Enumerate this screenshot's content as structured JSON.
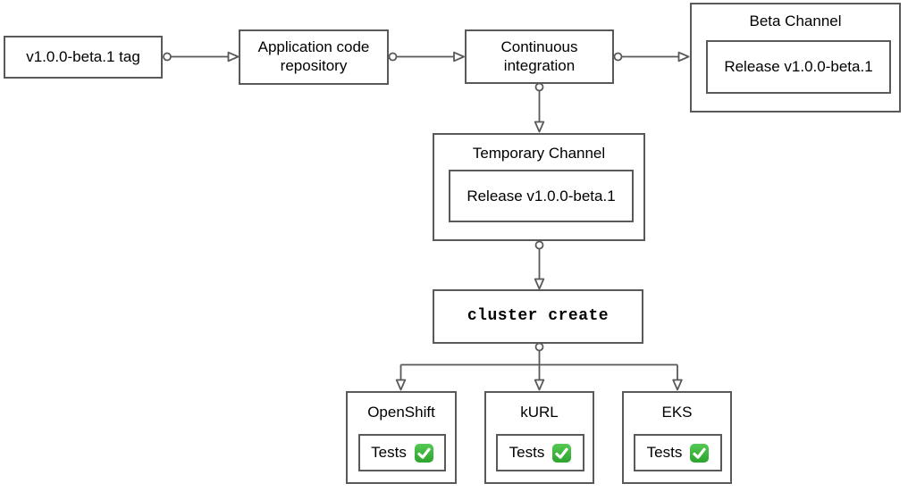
{
  "colors": {
    "stroke": "#595959",
    "fill": "#ffffff",
    "text": "#000000",
    "check_top": "#54c954",
    "check_bottom": "#2da42d",
    "check_mark": "#ffffff"
  },
  "nodes": {
    "tag": {
      "label": "v1.0.0-beta.1 tag"
    },
    "repo": {
      "label": "Application code repository"
    },
    "ci": {
      "label": "Continuous integration"
    },
    "beta_channel": {
      "label": "Beta Channel",
      "release": "Release v1.0.0-beta.1"
    },
    "temp_channel": {
      "label": "Temporary Channel",
      "release": "Release v1.0.0-beta.1"
    },
    "cluster_create": {
      "label": "cluster create"
    },
    "clusters": [
      {
        "label": "OpenShift",
        "tests": "Tests",
        "status_icon": "green-check-icon"
      },
      {
        "label": "kURL",
        "tests": "Tests",
        "status_icon": "green-check-icon"
      },
      {
        "label": "EKS",
        "tests": "Tests",
        "status_icon": "green-check-icon"
      }
    ]
  }
}
